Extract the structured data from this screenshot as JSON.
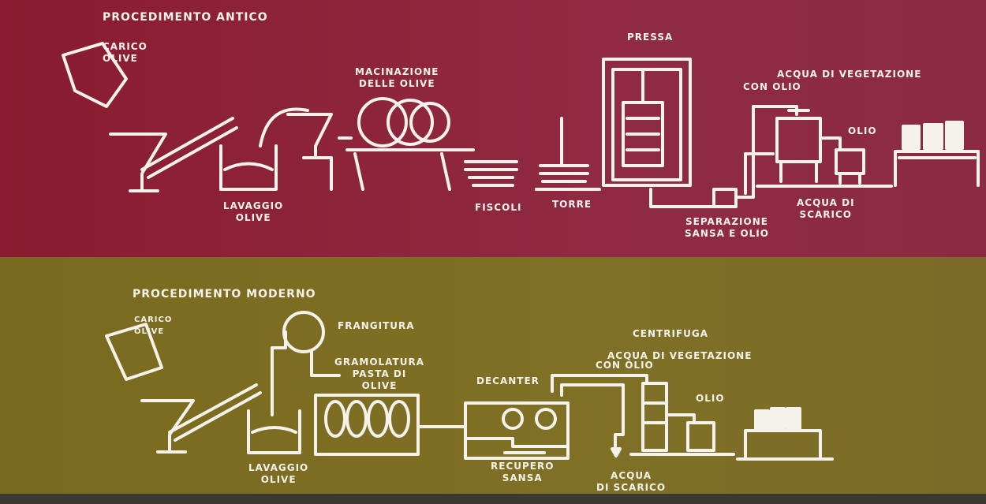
{
  "antico": {
    "title": "Procedimento antico",
    "carico": "Carico\nolive",
    "lavaggio": "Lavaggio\nolive",
    "macinazione": "Macinazione\ndelle olive",
    "fiscoli": "Fiscoli",
    "torre": "Torre",
    "pressa": "Pressa",
    "acqua_veg": "Acqua di vegetazione",
    "con_olio": "con olio",
    "olio": "Olio",
    "acqua_scarico": "Acqua di\nscarico",
    "separazione": "Separazione\nsansa e olio",
    "background_color": "#8a1f38"
  },
  "moderno": {
    "title": "Procedimento moderno",
    "carico": "Carico\nolive",
    "lavaggio": "Lavaggio\nolive",
    "frangitura": "Frangitura",
    "gramolatura": "Gramolatura\npasta di\nolive",
    "decanter": "Decanter",
    "centrifuga": "Centrifuga",
    "acqua_veg": "Acqua di vegetazione",
    "con_olio": "con olio",
    "olio": "Olio",
    "recupero": "Recupero\nsansa",
    "acqua_scarico": "Acqua\ndi scarico",
    "background_color": "#7d6e24"
  }
}
